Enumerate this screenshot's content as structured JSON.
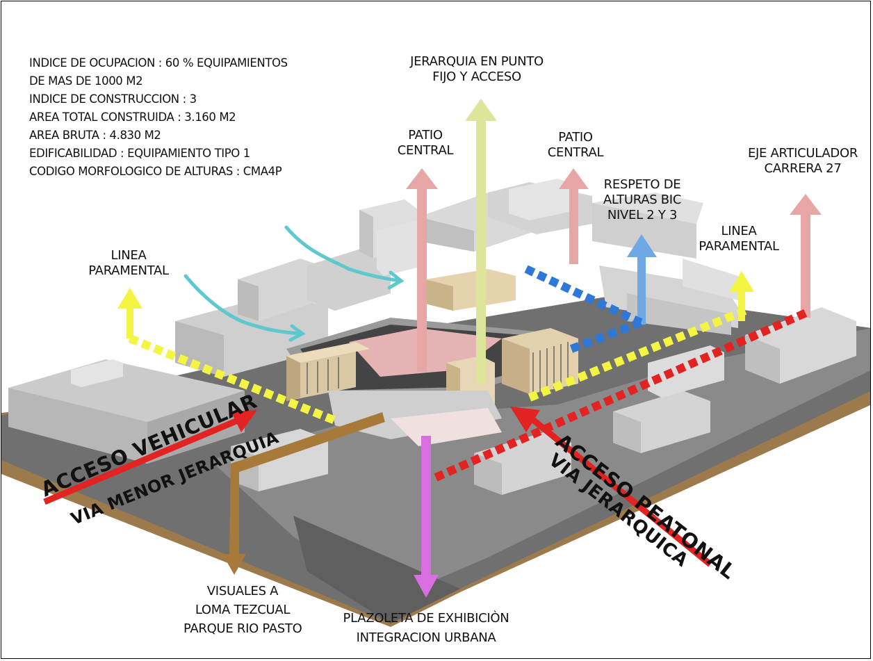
{
  "specs": [
    "INDICE DE OCUPACION : 60 % EQUIPAMIENTOS",
    "DE MAS DE 1000 M2",
    "INDICE DE CONSTRUCCION  : 3",
    "AREA TOTAL CONSTRUIDA  : 3.160 M2",
    "AREA BRUTA  : 4.830 M2",
    "EDIFICABILIDAD  : EQUIPAMIENTO TIPO 1",
    "CODIGO MORFOLOGICO DE ALTURAS : CMA4P"
  ],
  "labels": {
    "jerarquia": [
      "JERARQUIA EN PUNTO",
      "FIJO Y ACCESO"
    ],
    "patio_left": [
      "PATIO",
      "CENTRAL"
    ],
    "patio_right": [
      "PATIO",
      "CENTRAL"
    ],
    "eje": [
      "EJE ARTICULADOR",
      "CARRERA 27"
    ],
    "respeto": [
      "RESPETO DE",
      "ALTURAS BIC",
      "NIVEL 2 Y 3"
    ],
    "linea_right": [
      "LINEA",
      "PARAMENTAL"
    ],
    "linea_left": [
      "LINEA",
      "PARAMENTAL"
    ],
    "visuales": [
      "VISUALES A",
      "LOMA TEZCUAL",
      "PARQUE RIO PASTO"
    ],
    "plazoleta": [
      "PLAZOLETA DE EXHIBICIÒN",
      "INTEGRACION URBANA"
    ]
  },
  "rotated": {
    "acceso_vehicular": "ACCESO VEHICULAR",
    "via_menor": "VIA MENOR JERARQUIA",
    "acceso_peatonal": "ACCESO PEATONAL",
    "via_jerarquica": "VIA JERARQUICA"
  },
  "colors": {
    "red_arrow": "#e32222",
    "pink_arrow": "#e6a6a6",
    "lime_arrow": "#dde59a",
    "yellow_line": "#f4f542",
    "blue_line": "#2f78d8",
    "brown_arrow": "#a87a3a",
    "magenta_arrow": "#d86ee0",
    "wind": "#5ec8cf",
    "building": "#d8d8d8",
    "street": "#6e6e6e",
    "beige_volume": "#e7d6b5"
  }
}
